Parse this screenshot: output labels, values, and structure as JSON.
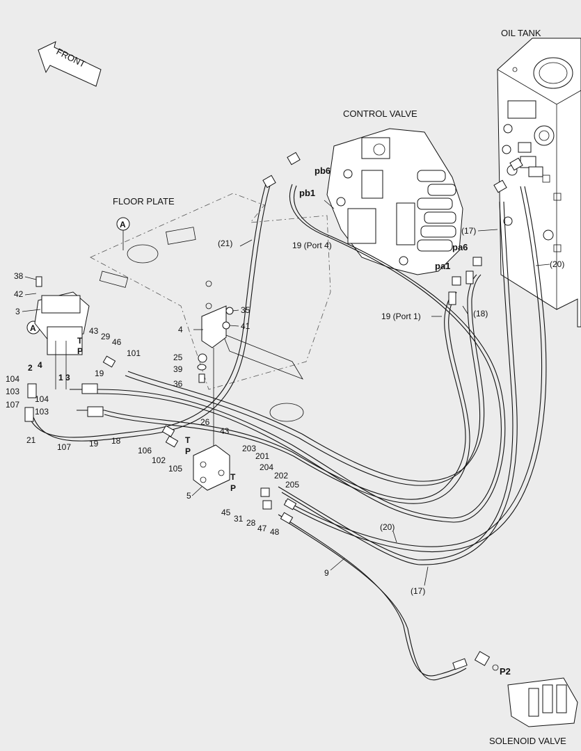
{
  "titles": {
    "front": "FRONT",
    "oil_tank": "OIL TANK",
    "control_valve": "CONTROL VALVE",
    "floor_plate": "FLOOR PLATE",
    "solenoid_valve": "SOLENOID VALVE"
  },
  "ports": {
    "pb6": "pb6",
    "pb1": "pb1",
    "pa6": "pa6",
    "pa1": "pa1",
    "p2": "P2",
    "t_left": "T",
    "p_left": "P",
    "t_mid": "T",
    "p_mid": "P",
    "t_block": "T",
    "p_block": "P"
  },
  "callouts": {
    "c17_top": "(17)",
    "c17_bottom": "(17)",
    "c20_right": "(20)",
    "c20_mid": "(20)",
    "c21_top": "(21)",
    "c18": "(18)",
    "c19_port4": "19 (Port 4)",
    "c19_port1": "19 (Port 1)",
    "n38": "38",
    "n42": "42",
    "n3": "3",
    "nA1": "A",
    "nA2": "A",
    "n43a": "43",
    "n29": "29",
    "n46": "46",
    "n101": "101",
    "n2": "2",
    "n4a": "4",
    "n1": "1",
    "n3b": "3",
    "n104a": "104",
    "n103a": "103",
    "n107a": "107",
    "n104b": "104",
    "n103b": "103",
    "n107b": "107",
    "n19a": "19",
    "n19b": "19",
    "n18": "18",
    "n21": "21",
    "n35": "35",
    "n41": "41",
    "n4b": "4",
    "n25": "25",
    "n39": "39",
    "n36": "36",
    "n26": "26",
    "n43b": "43",
    "n106": "106",
    "n102": "102",
    "n105": "105",
    "n203": "203",
    "n201": "201",
    "n204": "204",
    "n202": "202",
    "n205": "205",
    "n5": "5",
    "n45": "45",
    "n31": "31",
    "n28": "28",
    "n47": "47",
    "n48": "48",
    "n9": "9"
  }
}
